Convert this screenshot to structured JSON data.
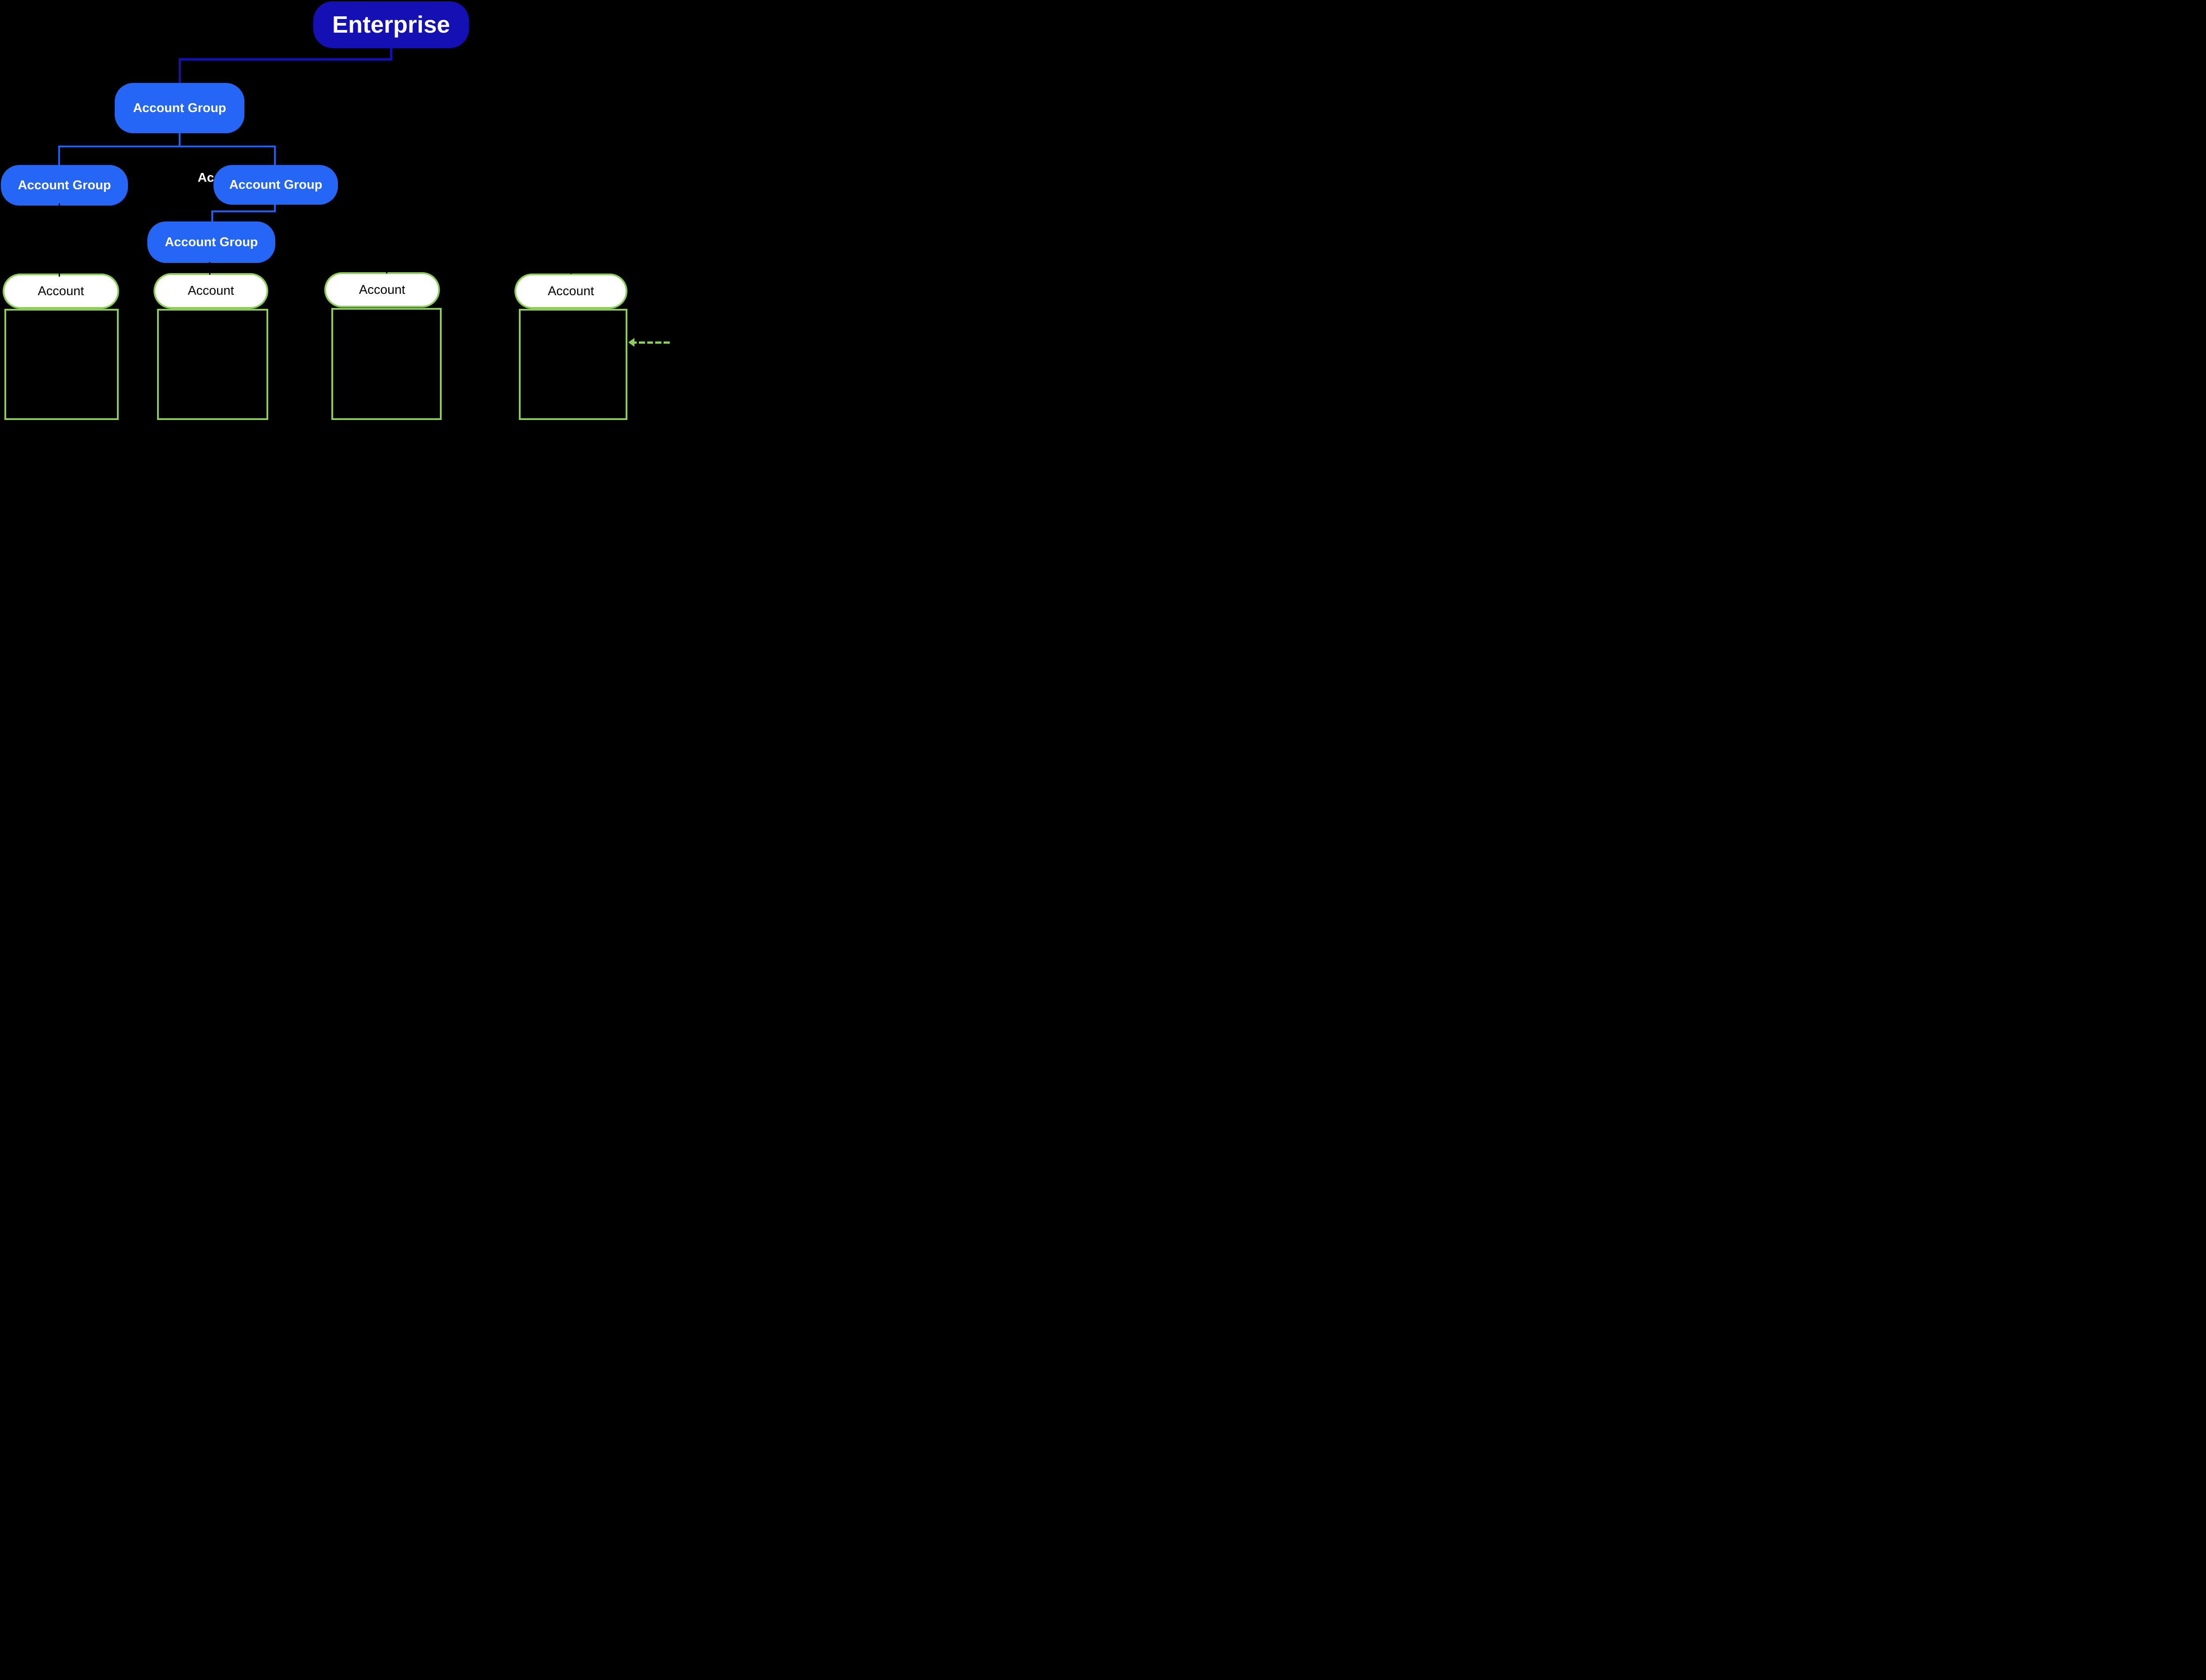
{
  "diagram_type": "enterprise-account-hierarchy-tree",
  "nodes": {
    "enterprise": "Enterprise",
    "group_l2": "Account Group",
    "group_l3_left": "Account Group",
    "group_l3_hidden": "Account Group",
    "group_l3_right": "Account Group",
    "group_l4": "Account Group",
    "account_1": "Account",
    "account_2": "Account",
    "account_3": "Account",
    "account_4": "Account"
  },
  "icons": {
    "dashed_arrow": "left-pointing-dashed-arrow"
  },
  "colors": {
    "background": "#000000",
    "enterprise_fill": "#1410B4",
    "edge_dark_blue": "#1410B4",
    "group_fill": "#2566F6",
    "edge_bright_blue": "#1F5FFA",
    "account_border_green": "#8CCE58",
    "account_fill": "#FFFFFF",
    "account_text": "#000000",
    "group_text": "#FFFFFF",
    "hidden_edge_black": "#000000"
  }
}
